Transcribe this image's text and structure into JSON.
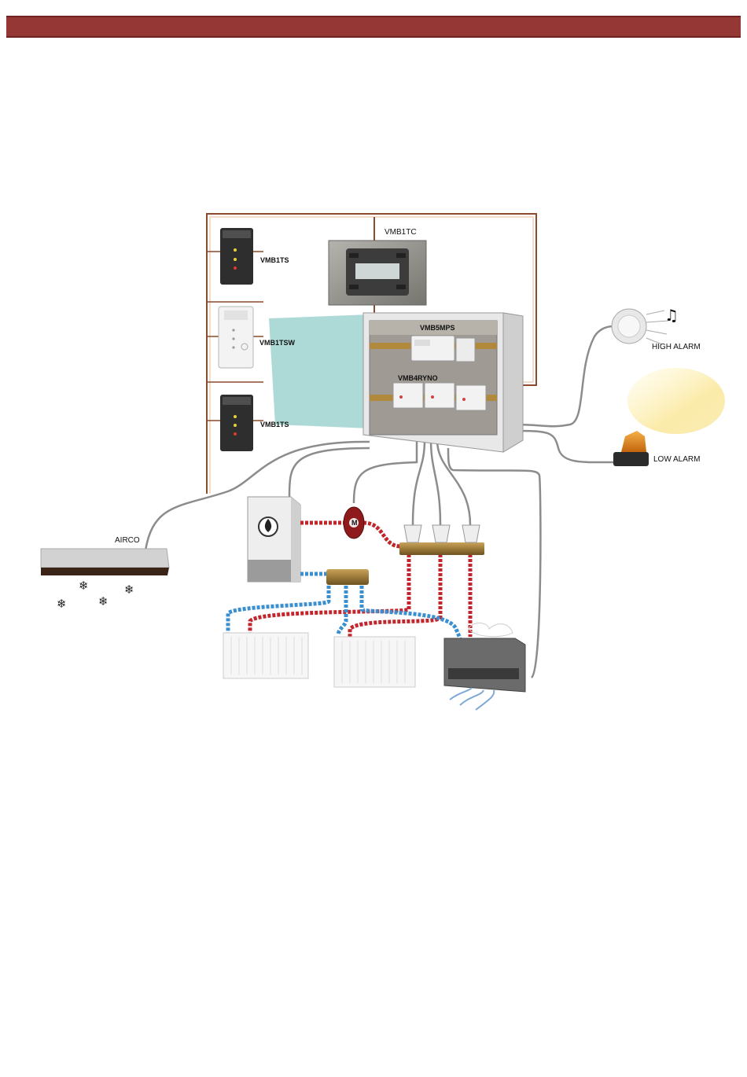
{
  "header": {
    "color": "#953735"
  },
  "labels": {
    "vmb1ts_top": "VMB1TS",
    "vmb1tsw": "VMB1TSW",
    "vmb1ts_bottom": "VMB1TS",
    "vmb1tc": "VMB1TC",
    "vmb6pbn": "VMB5MPS",
    "vmb4ryno": "VMB4RYNO",
    "high_alarm": "HIGH ALARM",
    "low_alarm": "LOW ALARM",
    "airco": "AIRCO",
    "pump": "M"
  },
  "icons": {
    "flame": "flame-icon",
    "snowflake": "❄",
    "music": "♫"
  },
  "colors": {
    "hot_pipe": "#c0262c",
    "cold_pipe": "#3a8fd0",
    "cable": "#8a8a8a",
    "wall": "#8b4513",
    "cabinet_glass": "#9fd3cf"
  }
}
